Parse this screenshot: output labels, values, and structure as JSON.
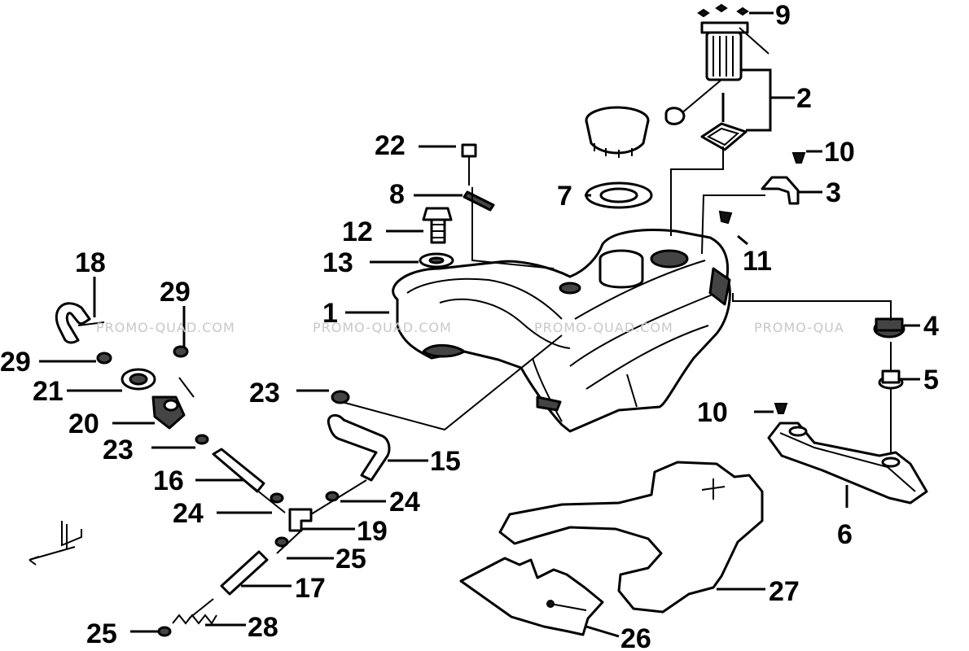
{
  "watermarks": [
    "PROMO-QUAD.COM",
    "PROMO-QUAD.COM",
    "PROMO-QUAD.COM",
    "PROMO-QUA"
  ],
  "callouts": {
    "c1": "1",
    "c2": "2",
    "c3": "3",
    "c4": "4",
    "c5": "5",
    "c6": "6",
    "c7": "7",
    "c8": "8",
    "c9": "9",
    "c10a": "10",
    "c10b": "10",
    "c11": "11",
    "c12": "12",
    "c13": "13",
    "c15": "15",
    "c16": "16",
    "c17": "17",
    "c18": "18",
    "c19": "19",
    "c20": "20",
    "c21": "21",
    "c22": "22",
    "c23a": "23",
    "c23b": "23",
    "c24a": "24",
    "c24b": "24",
    "c25a": "25",
    "c25b": "25",
    "c26": "26",
    "c27": "27",
    "c28": "28",
    "c29a": "29",
    "c29b": "29"
  },
  "icons": [
    "front-direction-arrow-icon"
  ]
}
